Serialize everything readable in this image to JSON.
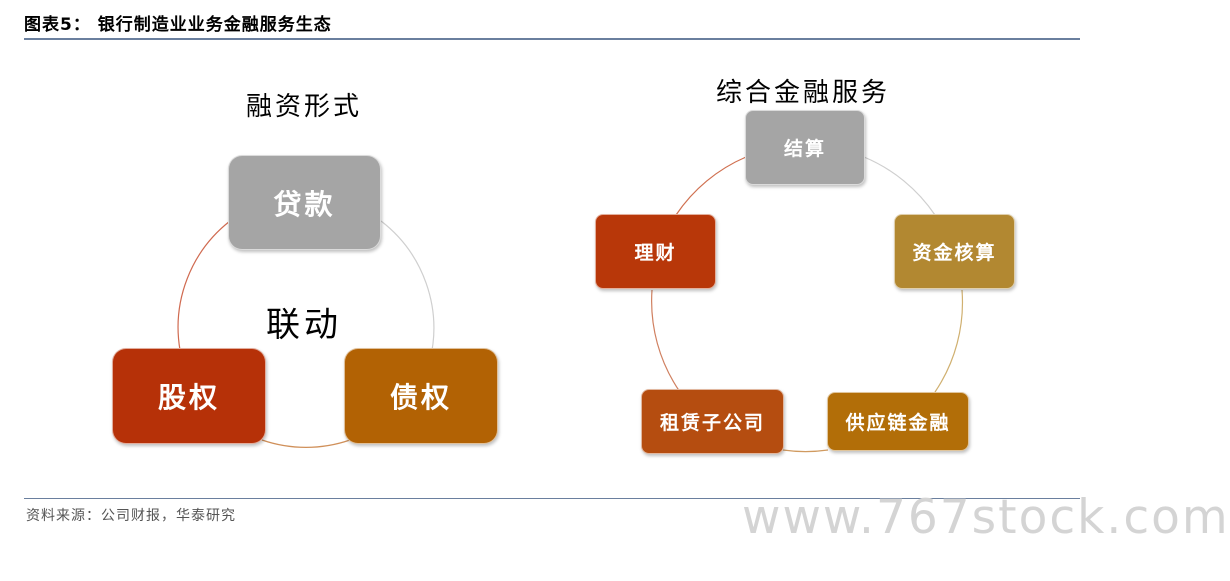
{
  "header": {
    "title": "图表5：  银行制造业业务金融服务生态"
  },
  "left_diagram": {
    "heading": "融资形式",
    "center": "联动",
    "nodes": [
      {
        "label": "贷款",
        "color": "#a5a5a5"
      },
      {
        "label": "股权",
        "color": "#b63108"
      },
      {
        "label": "债权",
        "color": "#b26204"
      }
    ]
  },
  "right_diagram": {
    "heading": "综合金融服务",
    "nodes": [
      {
        "label": "结算",
        "color": "#a5a5a5"
      },
      {
        "label": "资金核算",
        "color": "#b28831"
      },
      {
        "label": "供应链金融",
        "color": "#b26e08"
      },
      {
        "label": "租赁子公司",
        "color": "#b54d10"
      },
      {
        "label": "理财",
        "color": "#b83709"
      }
    ]
  },
  "footer": {
    "source": "资料来源：公司财报，华泰研究",
    "watermark": "www.767stock.com"
  }
}
